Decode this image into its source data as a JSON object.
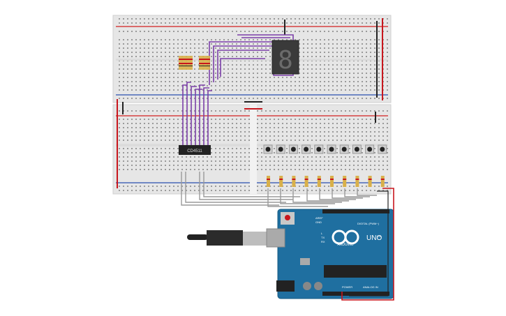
{
  "app": {
    "title": "Arduino circuit: 7-segment display with push buttons"
  },
  "colors": {
    "breadboard": "#e8e8e8",
    "rail_red": "#d42020",
    "rail_blue": "#2a4fb0",
    "wire_purple": "#7b3fa8",
    "wire_gray": "#9a9a9a",
    "wire_red": "#c8161d",
    "wire_black": "#222222",
    "arduino_blue": "#1f6fa0",
    "display_body": "#3a3a3a",
    "ic_body": "#222222"
  },
  "components": {
    "ic": {
      "label": "CD4511"
    },
    "display": {
      "digit": "8"
    },
    "arduino": {
      "brand": "ARDUINO",
      "model": "UNO",
      "digital_label": "DIGITAL (PWM~)",
      "power_label": "POWER",
      "analog_label": "ANALOG IN",
      "on_label": "ON",
      "tx_label": "TX",
      "rx_label": "RX",
      "l_label": "L",
      "aref_label": "AREF",
      "gnd_label": "GND"
    },
    "buttons_count": 10,
    "resistors_bottom_count": 10
  }
}
